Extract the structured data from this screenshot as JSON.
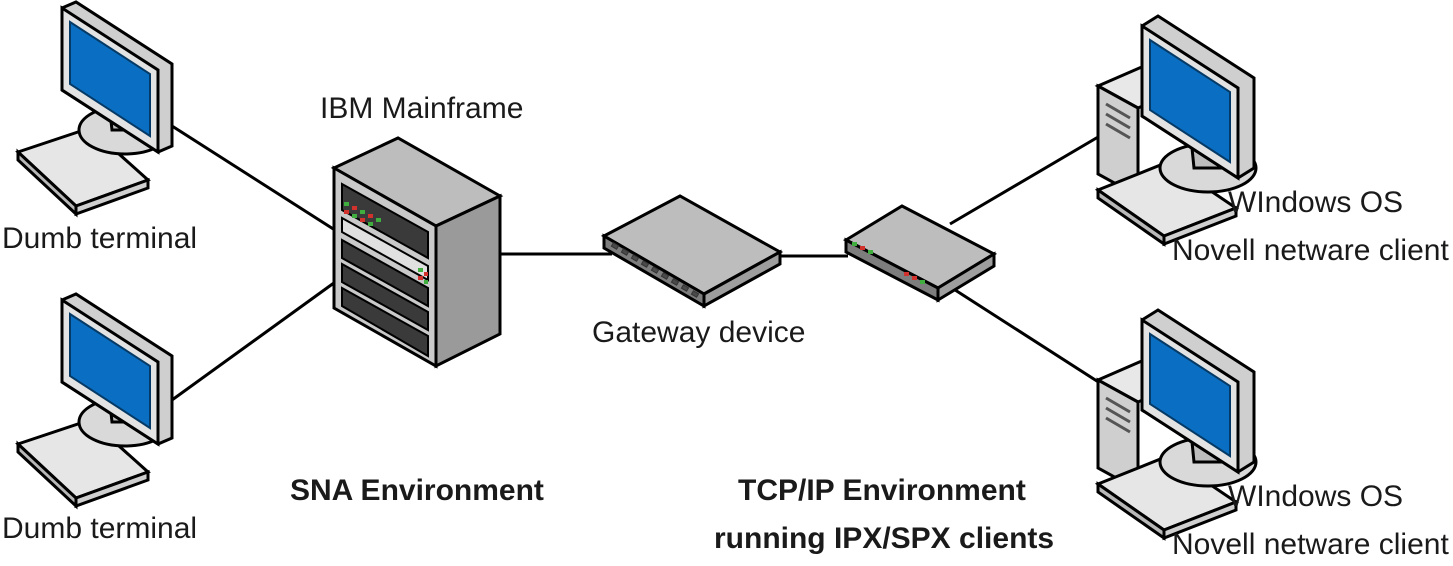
{
  "nodes": {
    "terminal_1": {
      "label": "Dumb terminal"
    },
    "terminal_2": {
      "label": "Dumb terminal"
    },
    "mainframe": {
      "label": "IBM Mainframe"
    },
    "gateway": {
      "label": "Gateway device"
    },
    "client_1": {
      "label_line1": "WIndows OS",
      "label_line2": "Novell netware client"
    },
    "client_2": {
      "label_line1": "WIndows OS",
      "label_line2": "Novell netware client"
    }
  },
  "environments": {
    "sna": {
      "label": "SNA Environment"
    },
    "tcpip": {
      "label_line1": "TCP/IP Environment",
      "label_line2": "running IPX/SPX clients"
    }
  },
  "colors": {
    "screen_blue": "#0a6fc2",
    "device_gray": "#9e9e9e",
    "led_green": "#3fae3f",
    "led_red": "#d2322d",
    "link_line": "#000000"
  },
  "icons": {
    "terminal": "monitor-keyboard-icon",
    "mainframe": "server-rack-icon",
    "gateway": "network-switch-icon",
    "hub": "network-hub-icon",
    "client": "workstation-icon"
  }
}
